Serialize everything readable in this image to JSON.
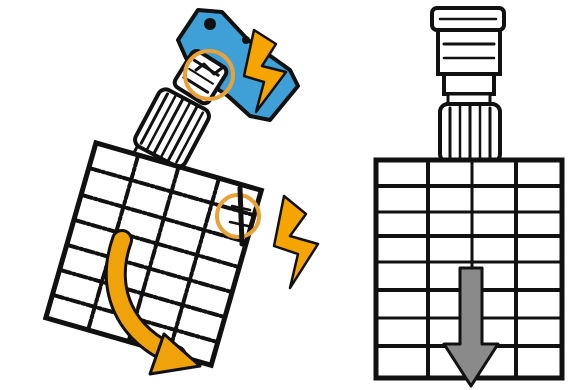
{
  "diagram": {
    "left_panel": {
      "state": "mount-breaking-panel-rotating",
      "icons": [
        "lightning-icon",
        "lightning-icon",
        "broken-joint-circle",
        "broken-bracket-circle",
        "curved-rotation-arrow"
      ]
    },
    "right_panel": {
      "state": "panel-hanging-straight-down",
      "icons": [
        "downward-arrow-icon"
      ]
    }
  },
  "colors": {
    "bracket_blue": "#3ea0d6",
    "lightning_orange": "#f5a400",
    "highlight_circle": "#e8a23a",
    "rotation_arrow": "#f0a20a",
    "down_arrow": "#8a8a8a",
    "ink": "#111111"
  }
}
